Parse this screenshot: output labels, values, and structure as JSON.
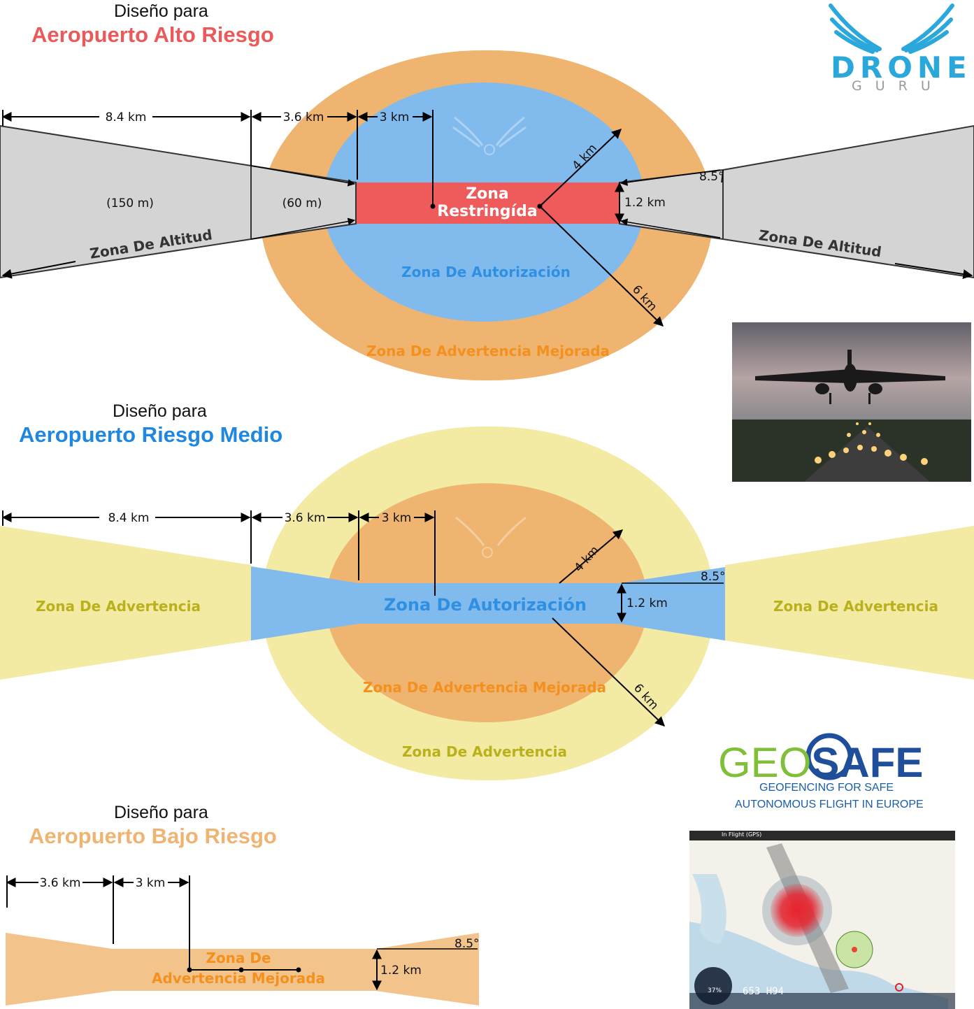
{
  "colors": {
    "red": "#ef5a5a",
    "blue": "#81bbed",
    "orange": "#eeb470",
    "yellow": "#f3eaa3",
    "gray": "#d4d4d4",
    "lightorange": "#f2c48c",
    "blue_text": "#2f8fe3",
    "orange_text": "#f4901e",
    "olive_text": "#b9b11b",
    "title_red": "#ea5a5a",
    "title_blue": "#1f87e0",
    "title_orange": "#f0b472"
  },
  "logos": {
    "drone": "DRONE",
    "guru": "GURU",
    "geo": "GEO",
    "safe": "SAFE",
    "geo_sub1": "GEOFENCING FOR SAFE",
    "geo_sub2": "AUTONOMOUS FLIGHT IN EUROPE"
  },
  "section_high": {
    "prefix": "Diseño para",
    "title": "Aeropuerto Alto Riesgo",
    "dim_84": "8.4 km",
    "dim_36": "3.6 km",
    "dim_3": "3 km",
    "dim_4": "4 km",
    "dim_6": "6 km",
    "dim_12": "1.2 km",
    "angle": "8.5°",
    "h150": "(150 m)",
    "h60": "(60 m)",
    "restricted_1": "Zona",
    "restricted_2": "Restringída",
    "altitude_left": "Zona De Altitud",
    "altitude_right": "Zona De Altitud",
    "authorization": "Zona De Autorización",
    "enhanced_warning": "Zona De Advertencia Mejorada"
  },
  "section_medium": {
    "prefix": "Diseño para",
    "title": "Aeropuerto Riesgo Medio",
    "dim_84": "8.4 km",
    "dim_36": "3.6 km",
    "dim_3": "3 km",
    "dim_4": "4 km",
    "dim_6": "6 km",
    "dim_12": "1.2 km",
    "angle": "8.5°",
    "warning_left": "Zona De Advertencia",
    "warning_right": "Zona De Advertencia",
    "authorization": "Zona De Autorización",
    "enhanced_warning": "Zona De Advertencia Mejorada",
    "warning_bottom": "Zona De Advertencia"
  },
  "section_low": {
    "prefix": "Diseño para",
    "title": "Aeropuerto Bajo Riesgo",
    "dim_36": "3.6 km",
    "dim_3": "3 km",
    "dim_12": "1.2 km",
    "angle": "8.5°",
    "enhanced_1": "Zona De",
    "enhanced_2": "Advertencia Mejorada"
  },
  "map_screenshot": {
    "status": "In Flight (GPS)",
    "battery": "37%",
    "altitude": "653 H94"
  }
}
